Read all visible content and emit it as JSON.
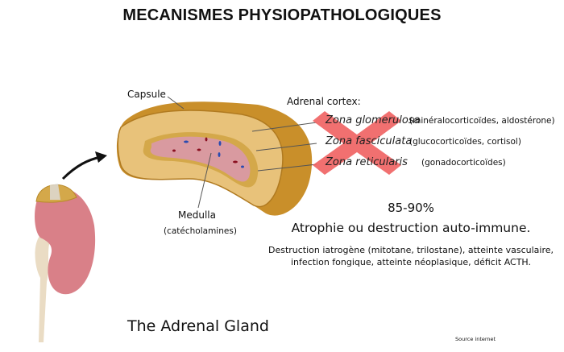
{
  "title": "MECANISMES PHYSIOPATHOLOGIQUES",
  "diagram": {
    "capsule_label": "Capsule",
    "cortex_label": "Adrenal cortex:",
    "zones": [
      {
        "name": "Zona glomerulosa",
        "hormones": "(minéralocorticoïdes, aldostérone)"
      },
      {
        "name": "Zona fasciculata",
        "hormones": "(glucocorticoïdes, cortisol)"
      },
      {
        "name": "Zona reticularis",
        "hormones": "(gonadocorticoïdes)"
      }
    ],
    "medulla_label": "Medulla",
    "medulla_hormones": "(catécholamines)",
    "caption": "The Adrenal Gland",
    "cross_color": "#f06060"
  },
  "stats": {
    "percent": "85-90%",
    "main_cause": "Atrophie ou destruction auto-immune.",
    "other_causes_line1": "Destruction iatrogène (mitotane,  trilostane), atteinte vasculaire,",
    "other_causes_line2": "infection fongique, atteinte néoplasique, déficit ACTH."
  },
  "source": "Source internet"
}
